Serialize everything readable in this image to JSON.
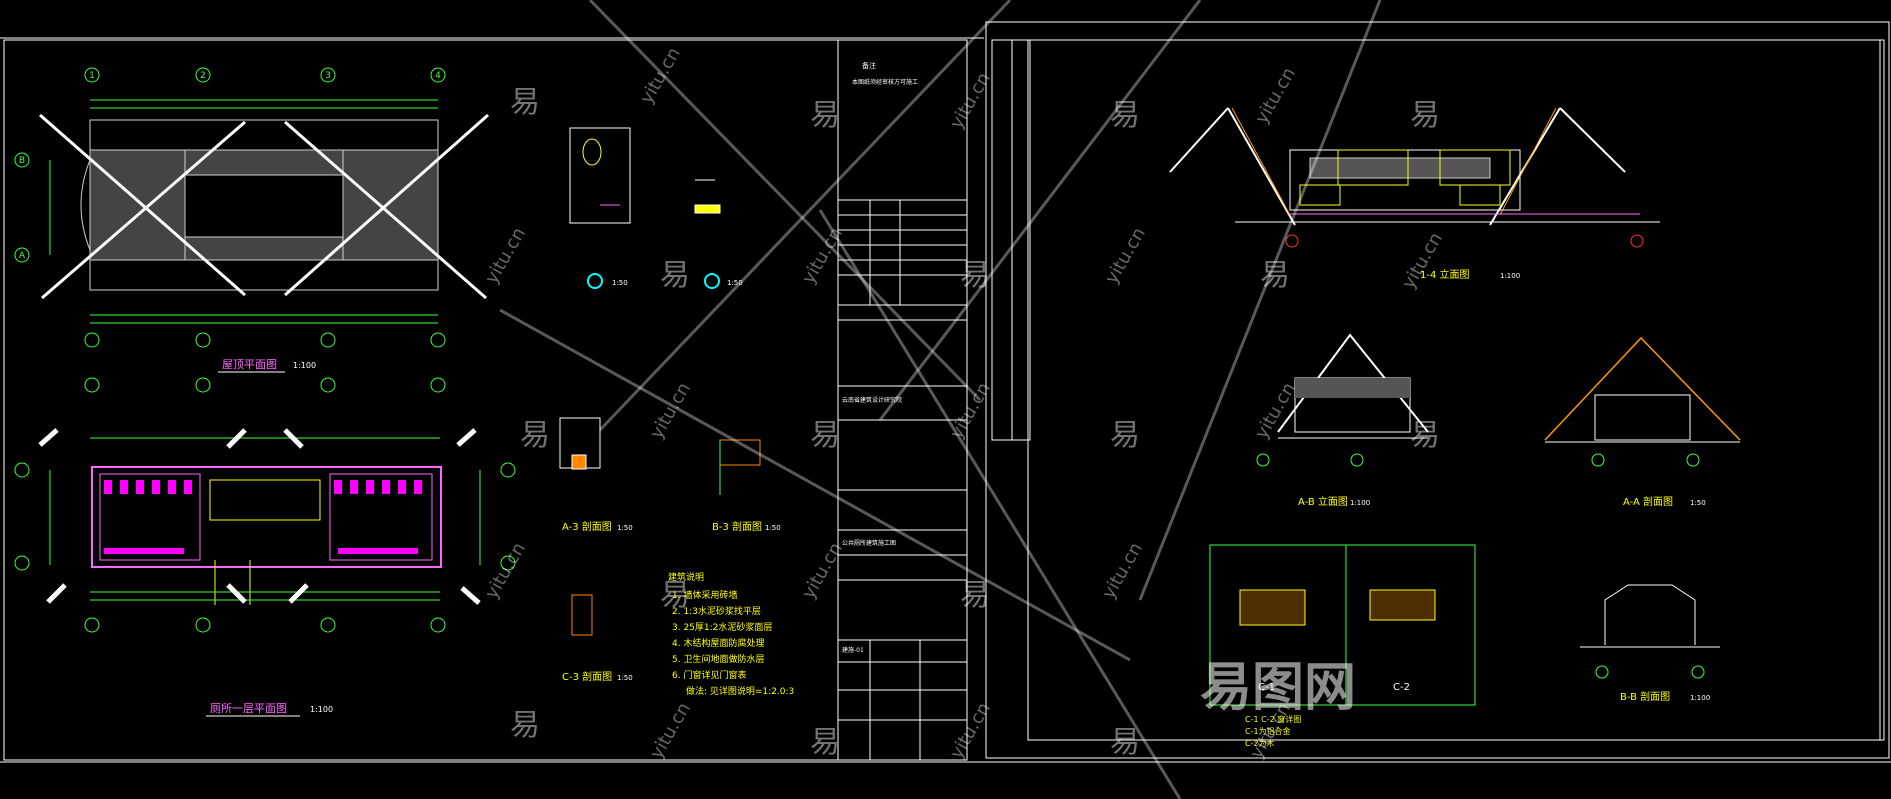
{
  "drawing": {
    "left_sheet": {
      "plans": {
        "roof_plan_title": "屋顶平面图",
        "roof_plan_scale": "1:100",
        "floor_plan_title": "厕所一层平面图",
        "floor_plan_scale": "1:100"
      },
      "axis_labels_top": [
        "1",
        "2",
        "3",
        "4"
      ],
      "axis_labels_side": [
        "B",
        "A"
      ],
      "details": {
        "detail_1_scale": "1:50",
        "detail_2_scale": "1:50",
        "section_a_title": "A-3 剖面图",
        "section_a_scale": "1:50",
        "section_b_title": "B-3 剖面图",
        "section_b_scale": "1:50",
        "section_c_title": "C-3 剖面图",
        "section_c_scale": "1:50"
      },
      "notes": {
        "heading": "建筑说明",
        "lines": [
          "1. 墙体采用砖墙",
          "2. 1:3水泥砂浆找平层",
          "3. 25厚1:2水泥砂浆面层",
          "4. 木结构屋面防腐处理",
          "5. 卫生间地面做防水层",
          "6. 门窗详见门窗表",
          "做法: 见详图说明=1:2.0:3"
        ]
      }
    },
    "title_block": {
      "header_1": "备注",
      "header_2": "本图纸须经审核方可施工",
      "company": "云南省建筑设计研究院",
      "project": "公共厕所建筑施工图",
      "drawing_no": "建施-01"
    },
    "right_sheet": {
      "elevation_main_title": "1-4 立面图",
      "elevation_main_scale": "1:100",
      "elevation_side_title": "A-B 立面图",
      "elevation_side_scale": "1:100",
      "section_aa_title": "A-A 剖面图",
      "section_aa_scale": "1:50",
      "section_bb_title": "B-B 剖面图",
      "section_bb_scale": "1:100",
      "window_c1_label": "C-1",
      "window_c2_label": "C-2",
      "window_note_1": "C-1 C-2 窗详图",
      "window_note_2": "C-1为铝合金",
      "window_note_3": "C-2为木"
    },
    "watermark": {
      "glyph": "易",
      "url": "yitu.cn",
      "logo": "易图网"
    }
  }
}
